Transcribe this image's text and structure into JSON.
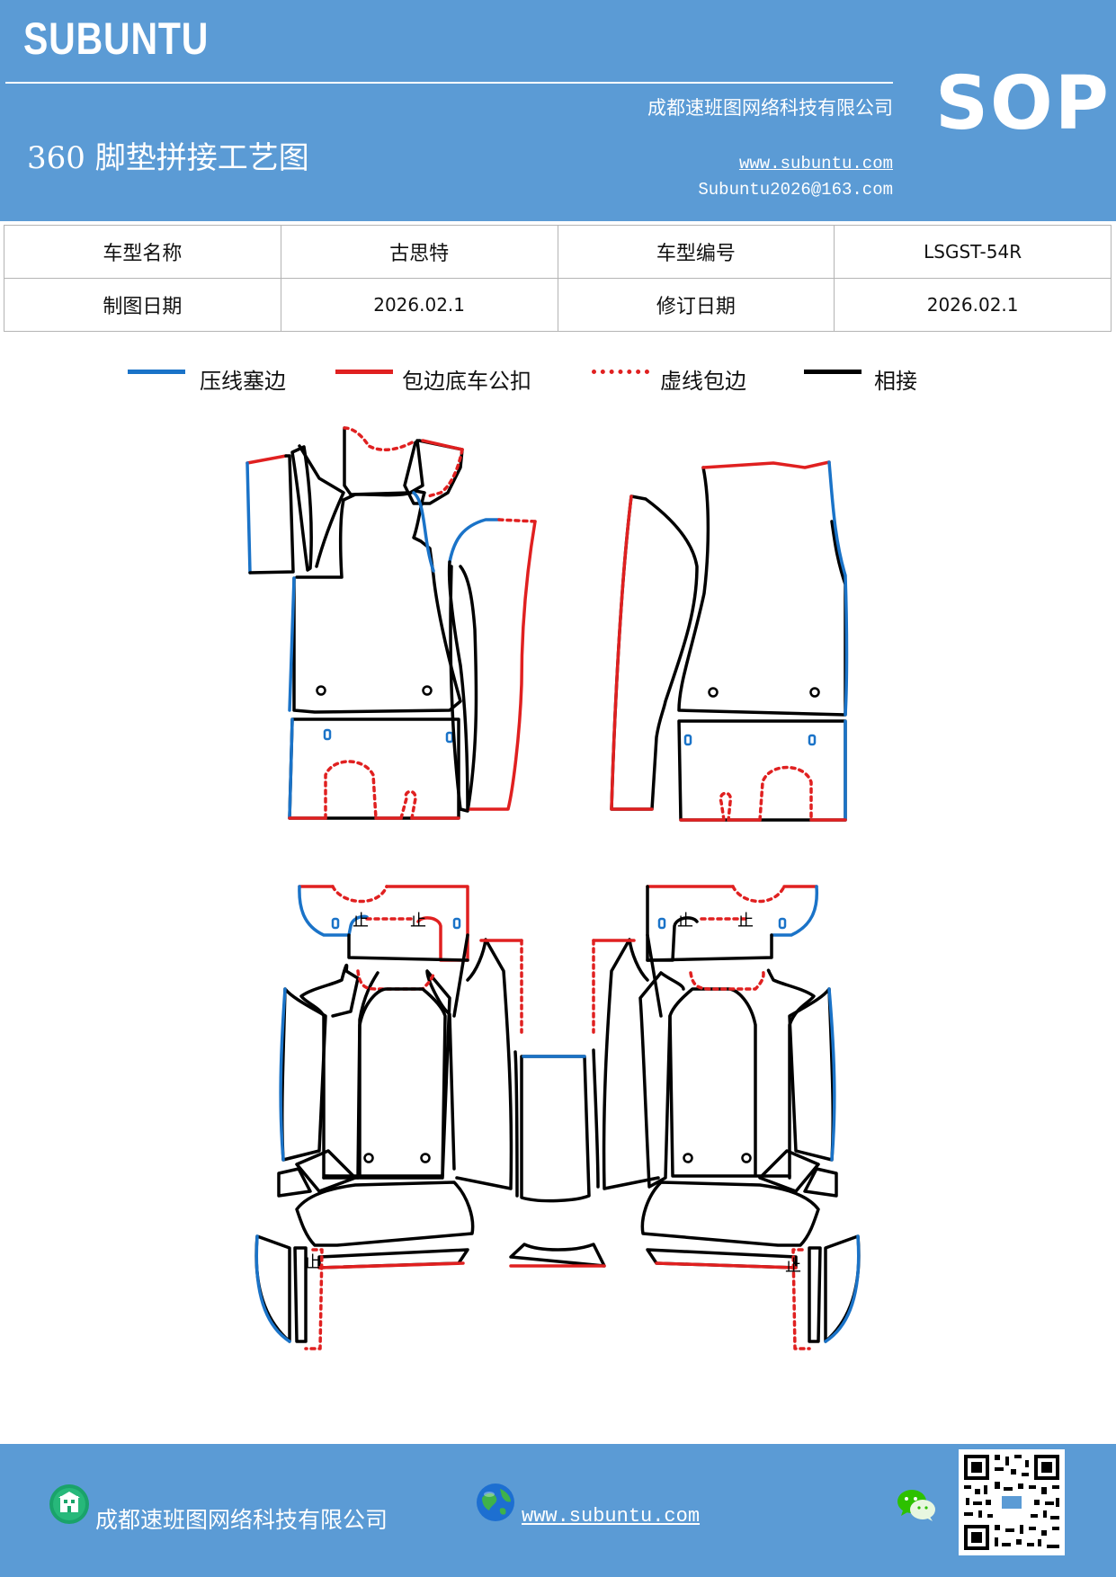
{
  "header": {
    "brand": "SUBUNTU",
    "company": "成都速班图网络科技有限公司",
    "doc_title": "360 脚垫拼接工艺图",
    "url": "www.subuntu.com",
    "email": "Subuntu2026@163.com",
    "badge": "SOP"
  },
  "info_table": {
    "row1": {
      "label1": "车型名称",
      "value1": "古思特",
      "label2": "车型编号",
      "value2": "LSGST-54R"
    },
    "row2": {
      "label1": "制图日期",
      "value1": "2026.02.1",
      "label2": "修订日期",
      "value2": "2026.02.1"
    }
  },
  "legend": [
    {
      "label": "压线塞边",
      "color": "#1a73c8",
      "style": "solid"
    },
    {
      "label": "包边底车公扣",
      "color": "#e02020",
      "style": "solid"
    },
    {
      "label": "虚线包边",
      "color": "#e02020",
      "style": "dotted"
    },
    {
      "label": "相接",
      "color": "#000000",
      "style": "solid"
    }
  ],
  "diagram": {
    "marker": "止"
  },
  "footer": {
    "company": "成都速班图网络科技有限公司",
    "url": "www.subuntu.com",
    "icons": [
      "building-icon",
      "globe-icon",
      "wechat-icon",
      "qr-code"
    ]
  }
}
